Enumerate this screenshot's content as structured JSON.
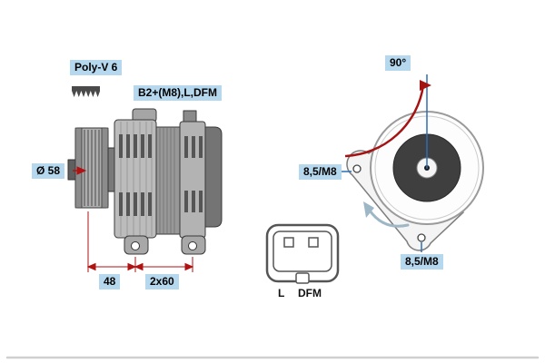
{
  "diagram": {
    "type": "alternator-technical-drawing",
    "side_view": {
      "belt_type": "Poly-V 6",
      "terminals": "B2+(M8),L,DFM",
      "pulley_diameter": "Ø 58",
      "dim_pulley_to_mount": "48",
      "dim_mount_spacing": "2x60"
    },
    "front_view": {
      "mounting_angle": "90°",
      "mount_hole_left": "8,5/M8",
      "mount_hole_bottom": "8,5/M8"
    },
    "connector": {
      "pin_left": "L",
      "pin_right": "DFM"
    },
    "colors": {
      "label_highlight": "#b5d8ee",
      "dimension_red": "#b01212",
      "arc_red": "#a51212",
      "reference_blue": "#2f6eb2",
      "rotation_arrow_blue_gray": "#9db7c6"
    }
  }
}
